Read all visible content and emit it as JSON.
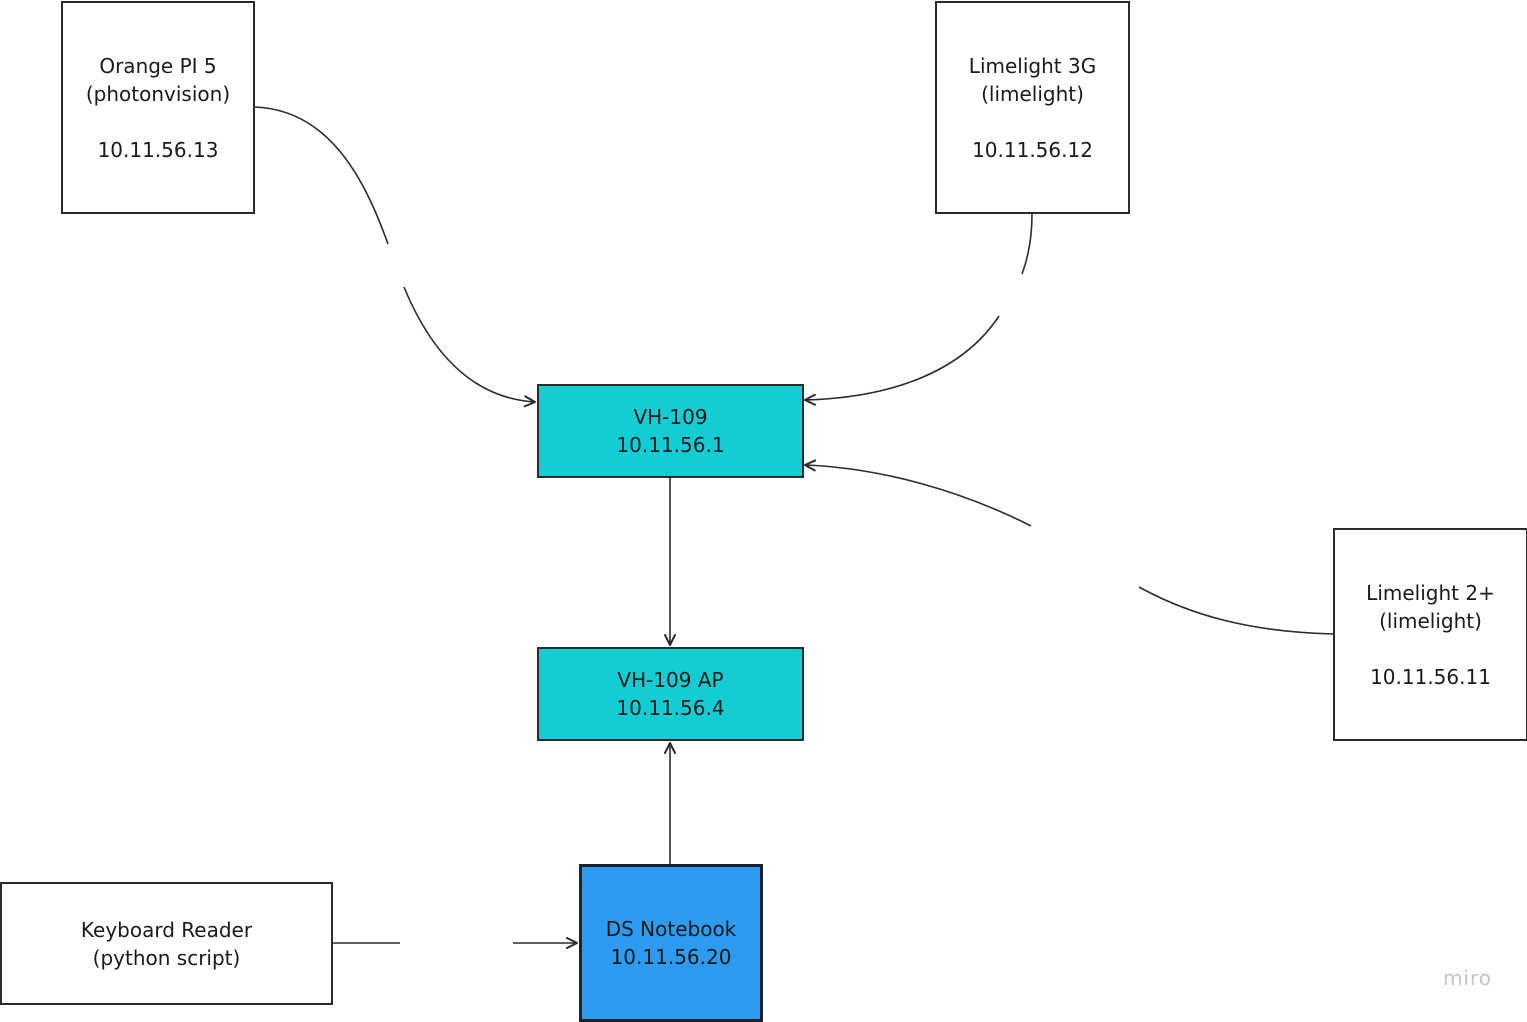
{
  "nodes": {
    "orange_pi": {
      "lines": [
        "Orange PI 5",
        "(photonvision)"
      ],
      "ip": "10.11.56.13"
    },
    "limelight_3g": {
      "lines": [
        "Limelight 3G",
        "(limelight)"
      ],
      "ip": "10.11.56.12"
    },
    "vh109": {
      "lines": [
        "VH-109"
      ],
      "ip": "10.11.56.1"
    },
    "vh109_ap": {
      "lines": [
        "VH-109 AP"
      ],
      "ip": "10.11.56.4"
    },
    "limelight_2plus": {
      "lines": [
        "Limelight 2+",
        "(limelight)"
      ],
      "ip": "10.11.56.11"
    },
    "keyboard_reader": {
      "lines": [
        "Keyboard Reader",
        "(python script)"
      ]
    },
    "ds_notebook": {
      "lines": [
        "DS Notebook"
      ],
      "ip": "10.11.56.20"
    }
  },
  "edges": [
    {
      "from": "orange_pi",
      "to": "vh109"
    },
    {
      "from": "limelight_3g",
      "to": "vh109"
    },
    {
      "from": "limelight_2plus",
      "to": "vh109"
    },
    {
      "from": "vh109",
      "to": "vh109_ap"
    },
    {
      "from": "ds_notebook",
      "to": "vh109_ap"
    },
    {
      "from": "keyboard_reader",
      "to": "ds_notebook"
    }
  ],
  "colors": {
    "router_fill": "#12cdd4",
    "notebook_fill": "#2d9bf0",
    "default_fill": "#ffffff",
    "stroke": "#2b2b2b"
  },
  "watermark": "miro"
}
